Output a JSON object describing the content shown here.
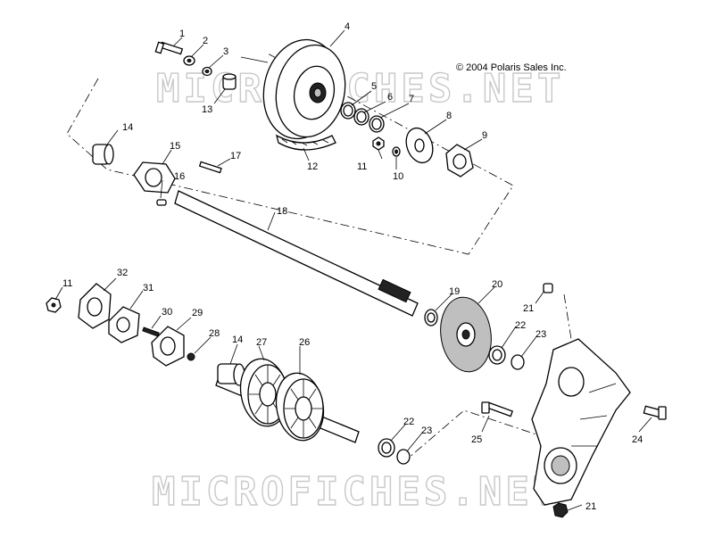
{
  "copyright": "© 2004 Polaris Sales Inc.",
  "watermarks": [
    "MICROFICHES.NET",
    "MICROFICHES.NET"
  ],
  "callouts": [
    "1",
    "2",
    "3",
    "4",
    "5",
    "6",
    "7",
    "8",
    "9",
    "10",
    "11",
    "12",
    "13",
    "14",
    "15",
    "16",
    "17",
    "18",
    "11",
    "32",
    "31",
    "30",
    "29",
    "28",
    "14",
    "27",
    "26",
    "19",
    "20",
    "21",
    "22",
    "23",
    "22",
    "23",
    "25",
    "24",
    "21"
  ],
  "colors": {
    "line": "#000000",
    "watermark": "#c8c8c8",
    "shade": "#bfbfbf"
  }
}
